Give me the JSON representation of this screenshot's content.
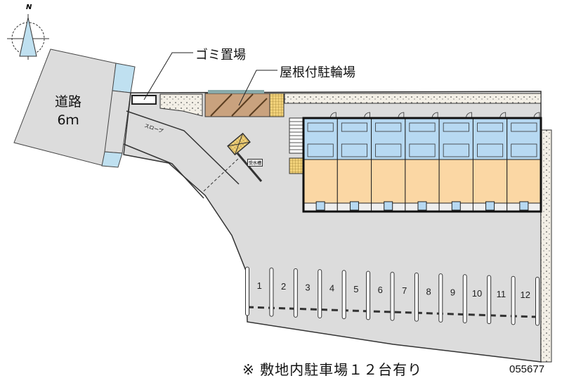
{
  "compass": {
    "north_label": "N"
  },
  "road": {
    "name": "道路",
    "width": "6ｍ"
  },
  "labels": {
    "garbage": "ゴミ置場",
    "bicycle": "屋根付駐輪場",
    "slope": "スロープ",
    "water_tank": "受水槽"
  },
  "building": {
    "units": 7
  },
  "parking": {
    "spaces": [
      "1",
      "2",
      "3",
      "4",
      "5",
      "6",
      "7",
      "8",
      "9",
      "10",
      "11",
      "12"
    ]
  },
  "footer": {
    "note": "※ 敷地内駐車場１２台有り",
    "code": "055677"
  },
  "colors": {
    "ground": "#dcdcdc",
    "water_area": "#bfe0f0",
    "unit_wet": "#b7d9f2",
    "unit_room": "#fbd7a4",
    "bike": "#c9a27e"
  }
}
